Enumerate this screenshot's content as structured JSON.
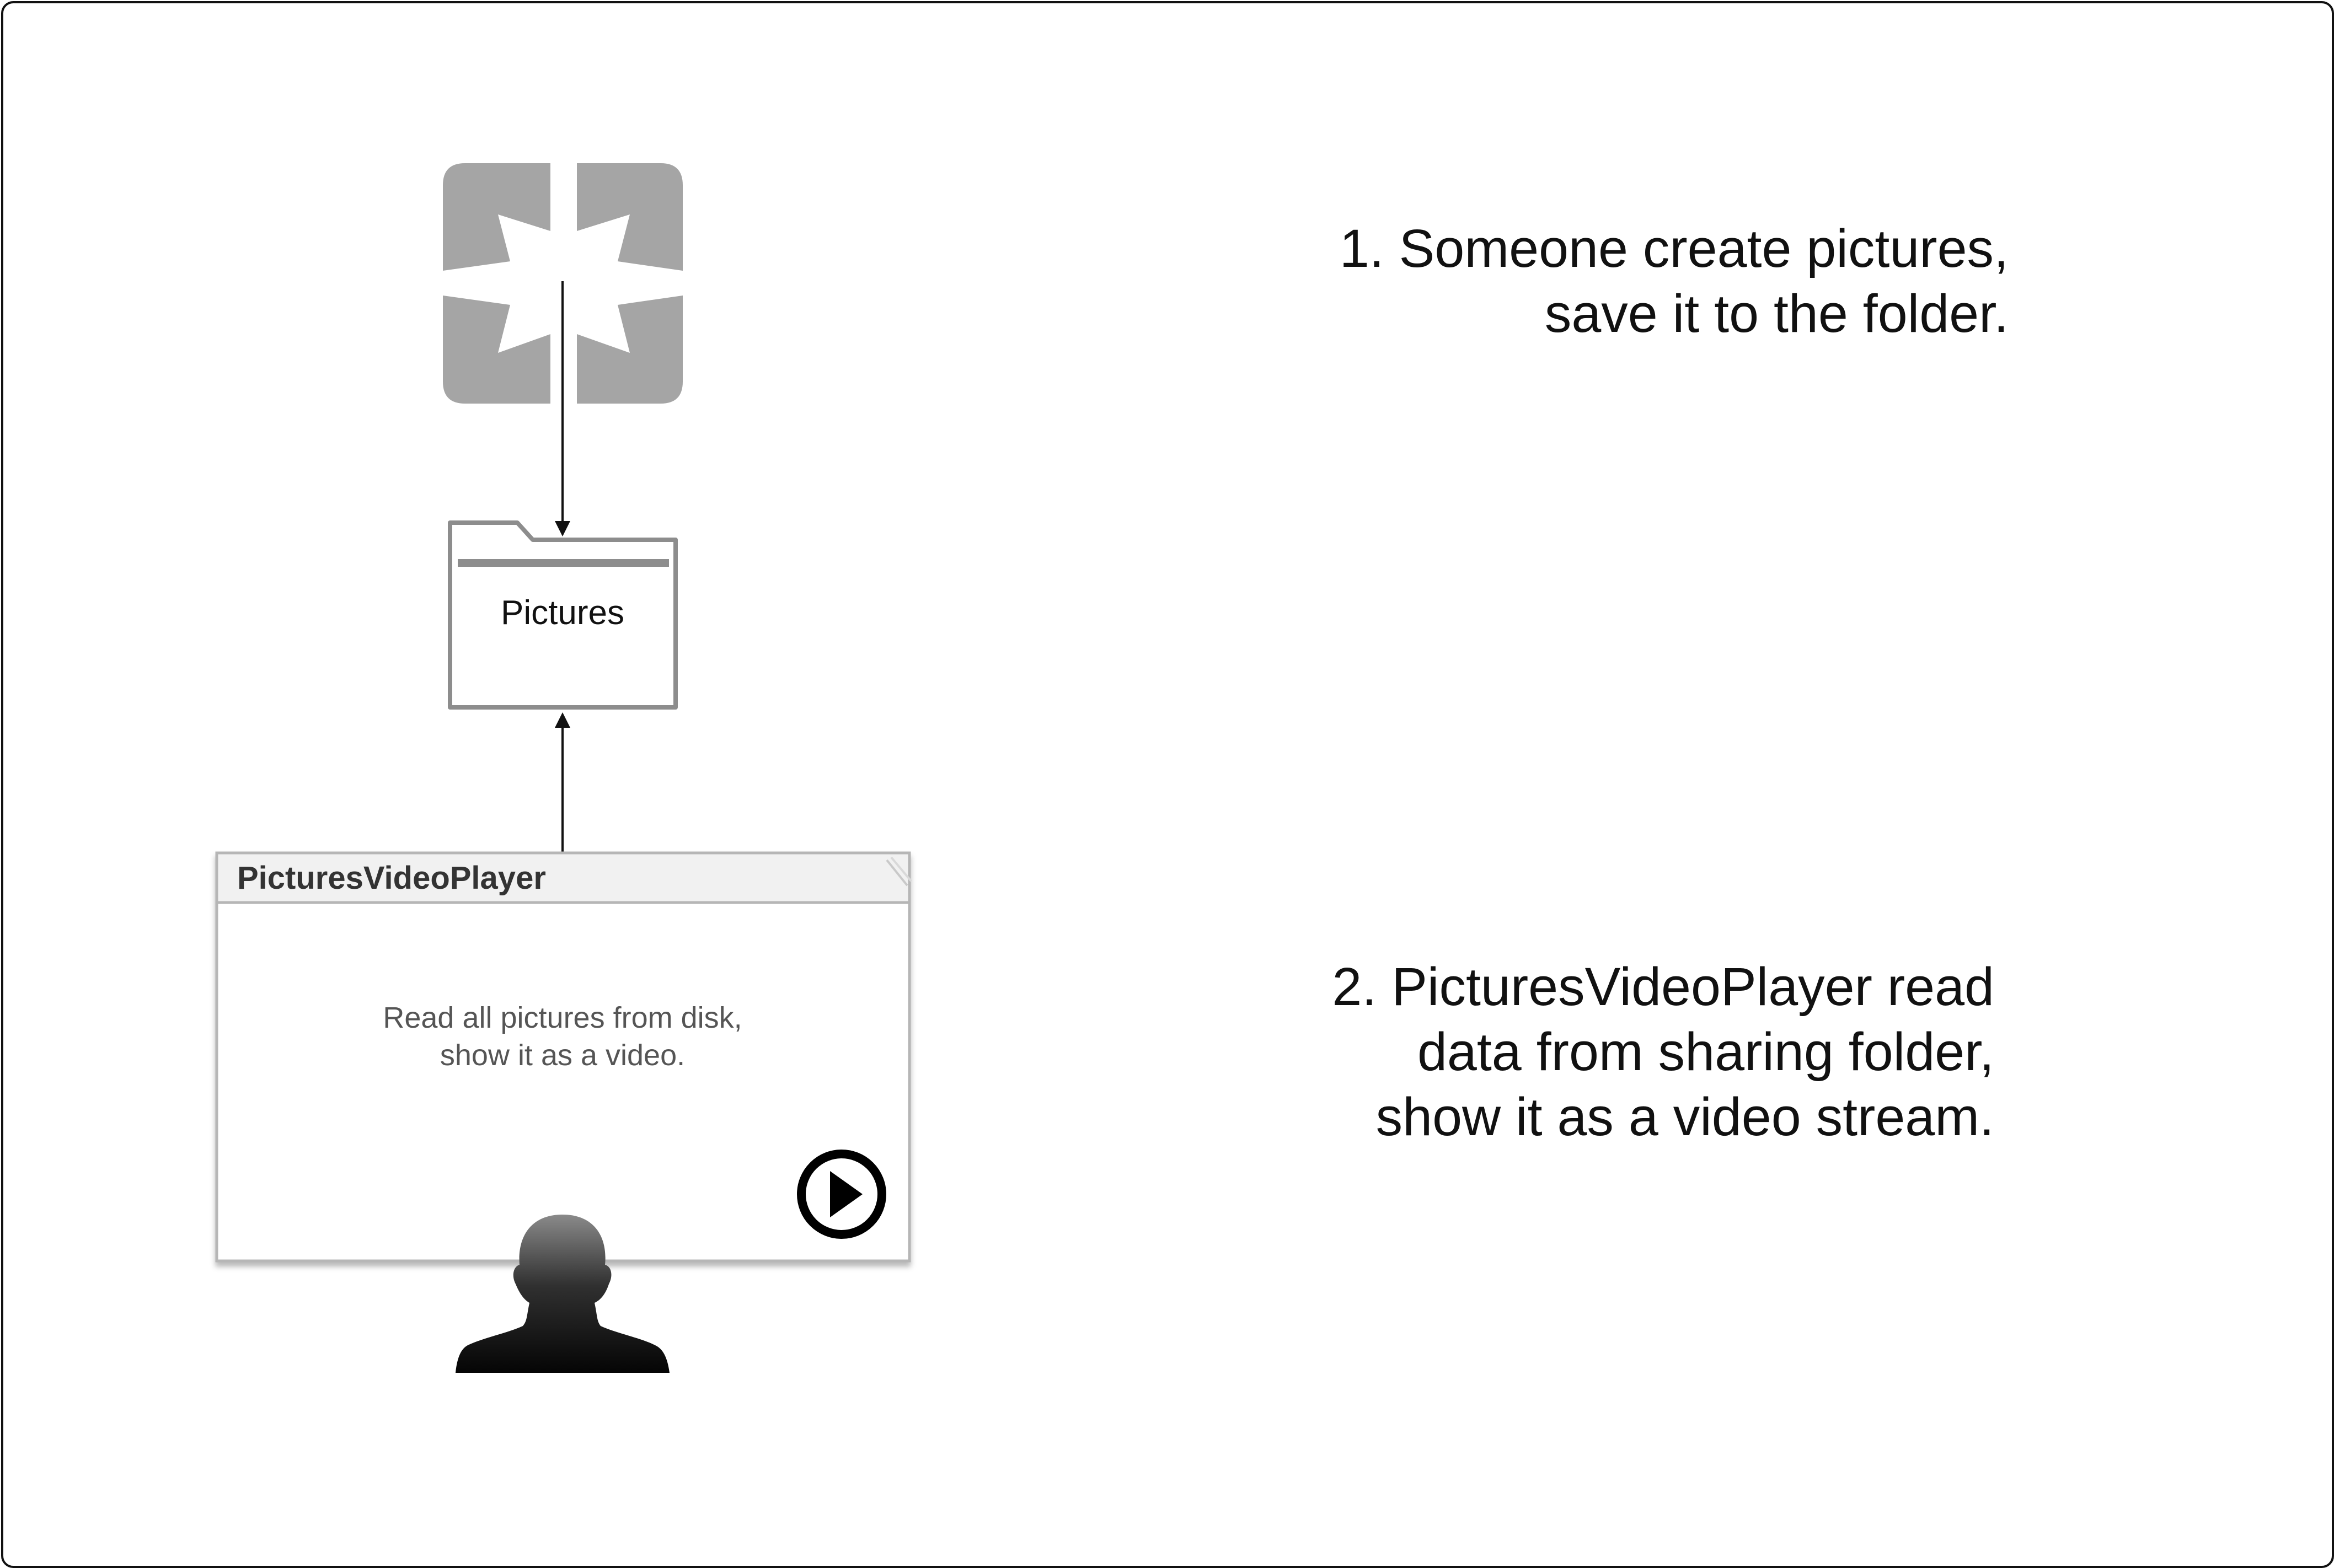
{
  "diagram": {
    "source_icon": "recycle-arrows-icon",
    "folder": {
      "label": "Pictures",
      "icon": "folder-icon"
    },
    "player": {
      "title": "PicturesVideoPlayer",
      "description_lines": [
        "Read all pictures from disk,",
        "show it as a video."
      ],
      "play_icon": "play-icon",
      "user_icon": "user-silhouette-icon"
    },
    "steps": [
      {
        "lines": [
          "1. Someone create pictures,",
          "save it to the folder."
        ]
      },
      {
        "lines": [
          "2. PicturesVideoPlayer read",
          "data from sharing folder,",
          "show it as a video stream."
        ]
      }
    ]
  },
  "colors": {
    "icon_gray": "#a5a5a5",
    "folder_stroke": "#8d8d8d",
    "window_border": "#b6b6b6",
    "title_bar": "#f1f1f1",
    "text": "#111111"
  }
}
